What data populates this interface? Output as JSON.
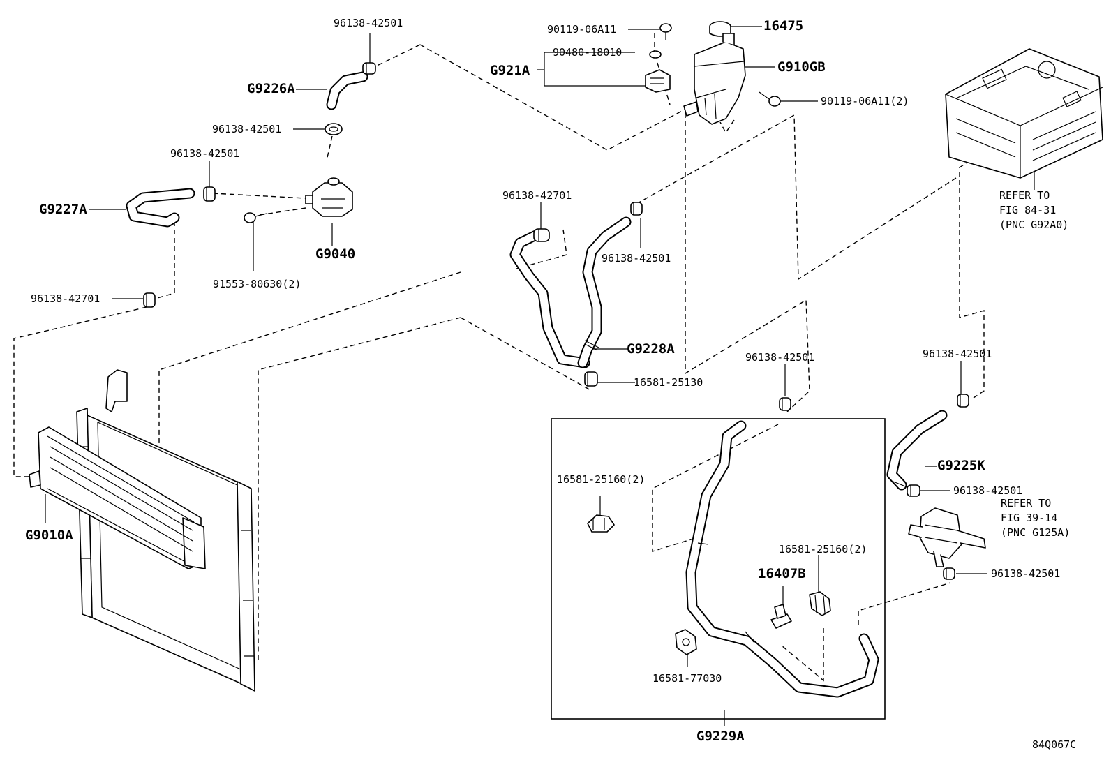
{
  "labels": {
    "l_96138_42501_top": "96138-42501",
    "l_G9226A": "G9226A",
    "l_96138_42501_a": "96138-42501",
    "l_96138_42501_b": "96138-42501",
    "l_G9227A": "G9227A",
    "l_G9040": "G9040",
    "l_91553": "91553-80630(2)",
    "l_96138_42701_left": "96138-42701",
    "l_G9010A": "G9010A",
    "l_90119_a": "90119-06A11",
    "l_16475": "16475",
    "l_90480": "90480-18010",
    "l_G921A": "G921A",
    "l_G910GB": "G910GB",
    "l_90119_b": "90119-06A11(2)",
    "l_96138_42701_mid": "96138-42701",
    "l_96138_42501_mid": "96138-42501",
    "l_G9228A": "G9228A",
    "l_16581_25130": "16581-25130",
    "l_96138_42501_c": "96138-42501",
    "l_16581_25160_a": "16581-25160(2)",
    "l_16581_25160_b": "16581-25160(2)",
    "l_16407B": "16407B",
    "l_16581_77030": "16581-77030",
    "l_G9229A": "G9229A",
    "l_96138_42501_r1": "96138-42501",
    "l_G9225K": "G9225K",
    "l_96138_42501_r2": "96138-42501",
    "l_96138_42501_r3": "96138-42501"
  },
  "notes": {
    "ref1": [
      "REFER TO",
      "FIG 84-31",
      "(PNC G92A0)"
    ],
    "ref2": [
      "REFER TO",
      "FIG 39-14",
      "(PNC G125A)"
    ]
  },
  "diagram_code": "84Q067C"
}
